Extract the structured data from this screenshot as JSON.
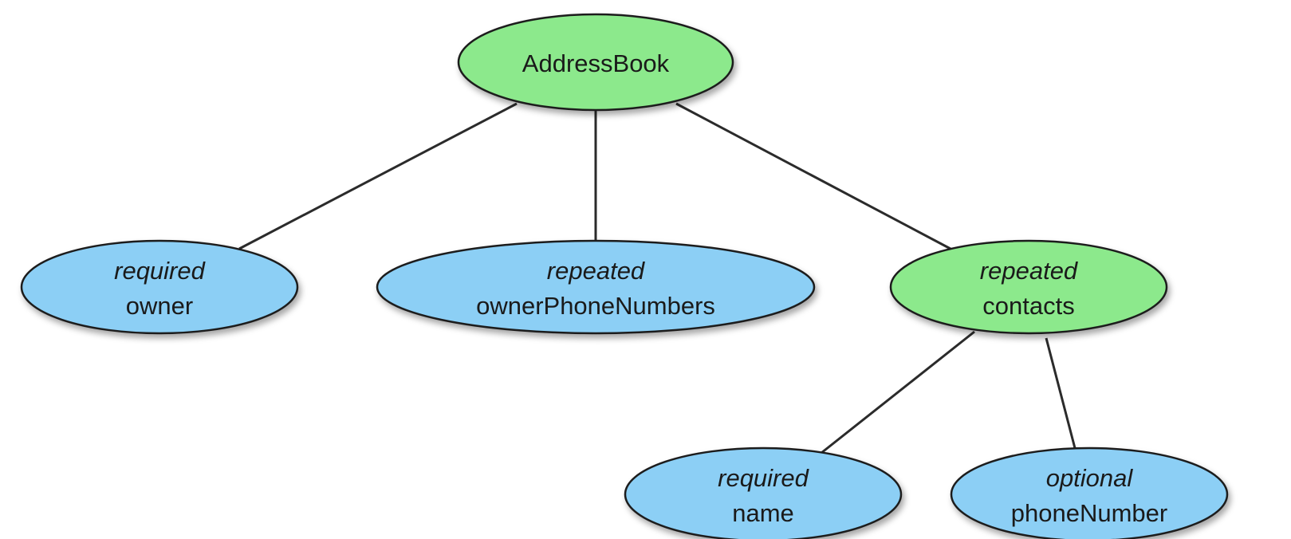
{
  "nodes": {
    "address_book": {
      "lines": [
        "AddressBook"
      ],
      "color": "#8ce98c"
    },
    "owner": {
      "lines": [
        "required",
        "owner"
      ],
      "color": "#8ccff5"
    },
    "owner_phone_numbers": {
      "lines": [
        "repeated",
        "ownerPhoneNumbers"
      ],
      "color": "#8ccff5"
    },
    "contacts": {
      "lines": [
        "repeated",
        "contacts"
      ],
      "color": "#8ce98c"
    },
    "name": {
      "lines": [
        "required",
        "name"
      ],
      "color": "#8ccff5"
    },
    "phone_number": {
      "lines": [
        "optional",
        "phoneNumber"
      ],
      "color": "#8ccff5"
    }
  },
  "edges": [
    {
      "from": "address_book",
      "to": "owner"
    },
    {
      "from": "address_book",
      "to": "owner_phone_numbers"
    },
    {
      "from": "address_book",
      "to": "contacts"
    },
    {
      "from": "contacts",
      "to": "name"
    },
    {
      "from": "contacts",
      "to": "phone_number"
    }
  ]
}
